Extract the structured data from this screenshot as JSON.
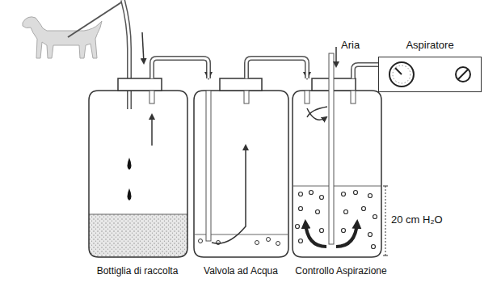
{
  "diagram": {
    "nodes": [
      {
        "text": [
          "Bottiglia di raccolta"
        ]
      },
      {
        "text": [
          "Valvola ad Acqua"
        ]
      },
      {
        "text": [
          "Controllo Aspirazione"
        ]
      },
      {
        "text": [
          "Aspiratore"
        ]
      }
    ],
    "edges": [
      {
        "from": 0,
        "to": 1,
        "arrow": "to"
      },
      {
        "from": 1,
        "to": 2,
        "arrow": "to"
      },
      {
        "from": 2,
        "to": 3,
        "arrow": "none"
      }
    ],
    "labels": [
      "Aria",
      "20 cm H₂O"
    ]
  }
}
